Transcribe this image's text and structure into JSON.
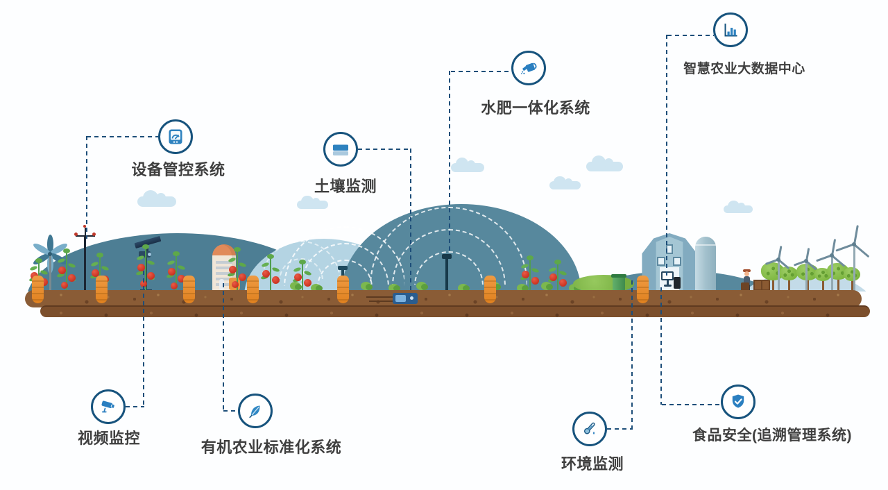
{
  "diagram": {
    "nodes": [
      {
        "id": "device-control",
        "label": "设备管控系统",
        "icon": "gauge-device-icon"
      },
      {
        "id": "soil-monitoring",
        "label": "土壤监测",
        "icon": "soil-layers-icon"
      },
      {
        "id": "water-fertilizer",
        "label": "水肥一体化系统",
        "icon": "watering-can-icon"
      },
      {
        "id": "big-data-center",
        "label": "智慧农业大数据中心",
        "icon": "bar-chart-icon"
      },
      {
        "id": "video-surveillance",
        "label": "视频监控",
        "icon": "cctv-camera-icon"
      },
      {
        "id": "organic-standard",
        "label": "有机农业标准化系统",
        "icon": "leaf-icon"
      },
      {
        "id": "environment-monitoring",
        "label": "环境监测",
        "icon": "thermometer-icon"
      },
      {
        "id": "food-safety",
        "label": "食品安全(追溯管理系统)",
        "icon": "shield-check-icon"
      }
    ],
    "colors": {
      "node_border": "#17537d",
      "icon_blue": "#2b7fc0",
      "connector": "#1d4e79",
      "label_text": "#3f3f3f",
      "hill_teal": "#56879d",
      "hill_light": "#b4d4e3",
      "soil_top": "#8a5c36",
      "soil_bottom": "#7c4f2c",
      "cloud": "#cfe5f1",
      "background": "#fdfeff"
    }
  }
}
